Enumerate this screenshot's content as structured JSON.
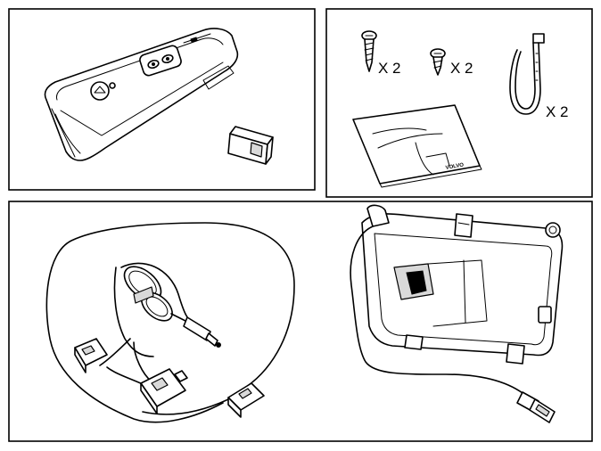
{
  "figure": {
    "parts": [
      {
        "name": "remote-control",
        "quantity_label": ""
      },
      {
        "name": "usb-key-fob",
        "quantity_label": ""
      },
      {
        "name": "long-screw",
        "quantity_label": "X 2"
      },
      {
        "name": "short-screw",
        "quantity_label": "X 2"
      },
      {
        "name": "cable-tie",
        "quantity_label": "X 2"
      },
      {
        "name": "manual",
        "quantity_label": ""
      },
      {
        "name": "wiring-harness",
        "quantity_label": ""
      },
      {
        "name": "mounting-bracket",
        "quantity_label": ""
      }
    ],
    "labels": {
      "long_screw_qty": "X 2",
      "short_screw_qty": "X 2",
      "cable_tie_qty": "X 2",
      "manual_brand": "VOLVO"
    },
    "colors": {
      "line": "#000000",
      "background": "#ffffff",
      "shade": "#d9d9d9"
    }
  }
}
